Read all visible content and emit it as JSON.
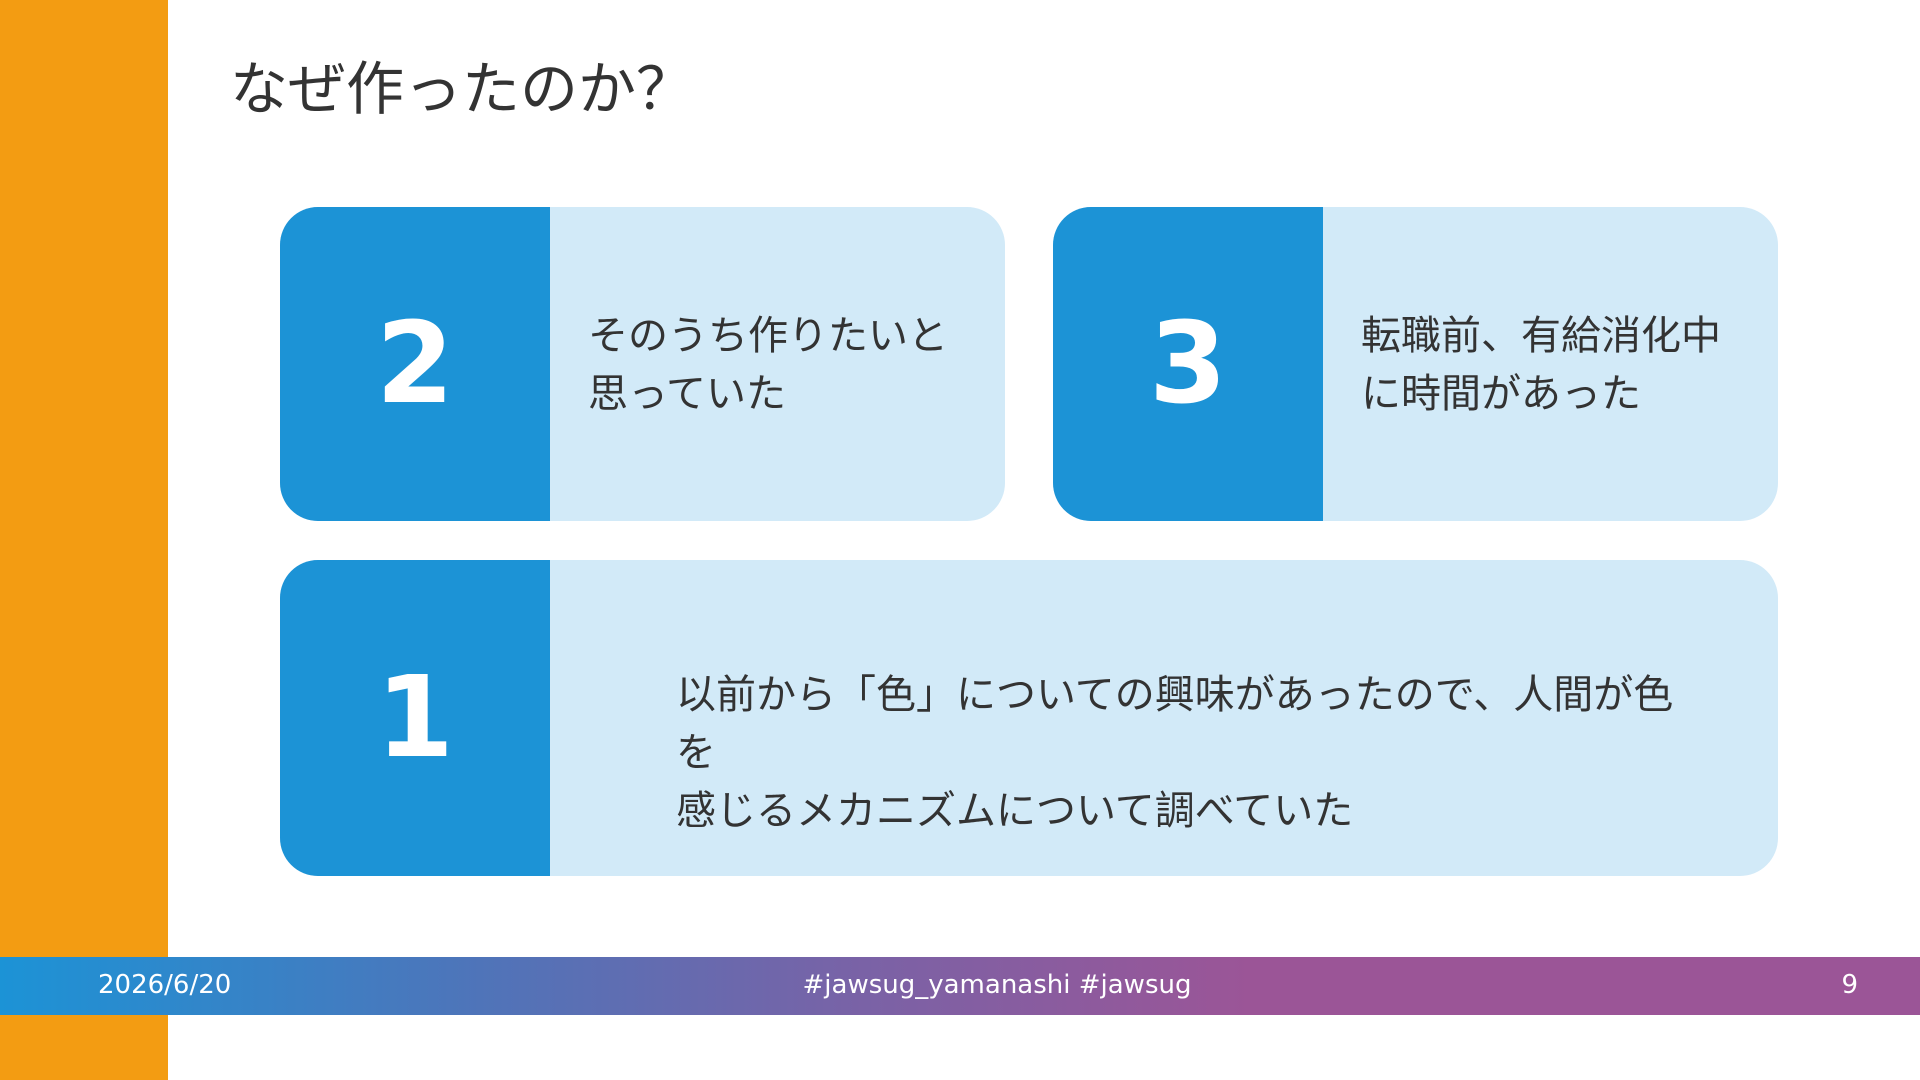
{
  "slide": {
    "title": "なぜ作ったのか？"
  },
  "cards": {
    "card_2": {
      "number": "2",
      "line1": "そのうち作りたいと",
      "line2": "思っていた"
    },
    "card_3": {
      "number": "3",
      "line1": "転職前、有給消化中",
      "line2": "に時間があった"
    },
    "card_1": {
      "number": "1",
      "line1": "以前から「色」についての興味があったので、人間が色を",
      "line2": "感じるメカニズムについて調べていた"
    }
  },
  "footer": {
    "date": "2026/6/20",
    "hashtags": "#jawsug_yamanashi #jawsug",
    "page_number": "9"
  },
  "colors": {
    "sidebar": "#f39c12",
    "number_box": "#1c93d6",
    "card_bg": "#d2eaf8",
    "footer_start": "#1c93d6",
    "footer_end": "#9b5597"
  }
}
